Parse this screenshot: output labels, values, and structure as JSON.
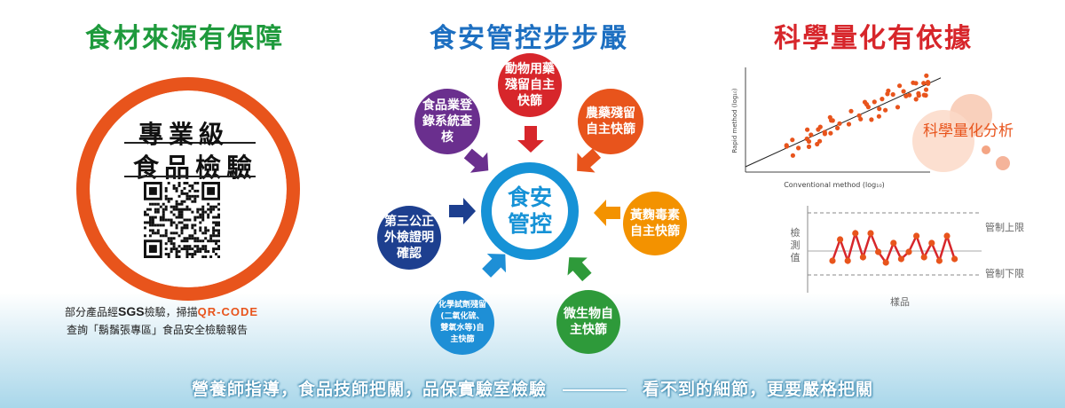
{
  "headings": {
    "left": "食材來源有保障",
    "middle": "食安管控步步嚴",
    "right": "科學量化有依據"
  },
  "colors": {
    "green_heading": "#1e9a3c",
    "blue_heading": "#1d6fc1",
    "red_heading": "#d7262b",
    "orange_accent": "#e8541c",
    "blue_accent": "#1692d6"
  },
  "badge": {
    "line1": "專業級",
    "line2": "食品檢驗"
  },
  "note": {
    "pre": "部分產品經",
    "sgs": "SGS",
    "mid": "檢驗，掃描",
    "qr": "QR-CODE",
    "line2": "查詢「鬍鬚張專區」食品安全檢驗報告"
  },
  "center": {
    "line1": "食安",
    "line2": "管控"
  },
  "nodes": [
    {
      "lines": [
        "動物用藥",
        "殘留自主",
        "快篩"
      ],
      "color": "#d7262b"
    },
    {
      "lines": [
        "農藥殘留",
        "自主快篩"
      ],
      "color": "#e8541c"
    },
    {
      "lines": [
        "黃麴毒素",
        "自主快篩"
      ],
      "color": "#f39200"
    },
    {
      "lines": [
        "微生物自",
        "主快篩"
      ],
      "color": "#2e9a3a"
    },
    {
      "lines": [
        "化學試劑殘留",
        "(二氧化硫、",
        "雙氧水等)自",
        "主快篩"
      ],
      "color": "#1e8fd6"
    },
    {
      "lines": [
        "第三公正",
        "外檢證明",
        "確認"
      ],
      "color": "#1d3f8f"
    },
    {
      "lines": [
        "食品業登",
        "錄系統查",
        "核"
      ],
      "color": "#6a2f8e"
    }
  ],
  "scatter": {
    "xlabel": "Conventional method (log₁₀)",
    "ylabel": "Rapid method  (log₁₀)"
  },
  "control": {
    "ylabel": [
      "檢",
      "測",
      "值"
    ],
    "xlabel": "樣品",
    "upper": "管制上限",
    "lower": "管制下限"
  },
  "bubble_text": "科學量化分析",
  "banner": {
    "left": "營養師指導，食品技師把關，品保實驗室檢驗",
    "right": "看不到的細節，更要嚴格把關"
  }
}
